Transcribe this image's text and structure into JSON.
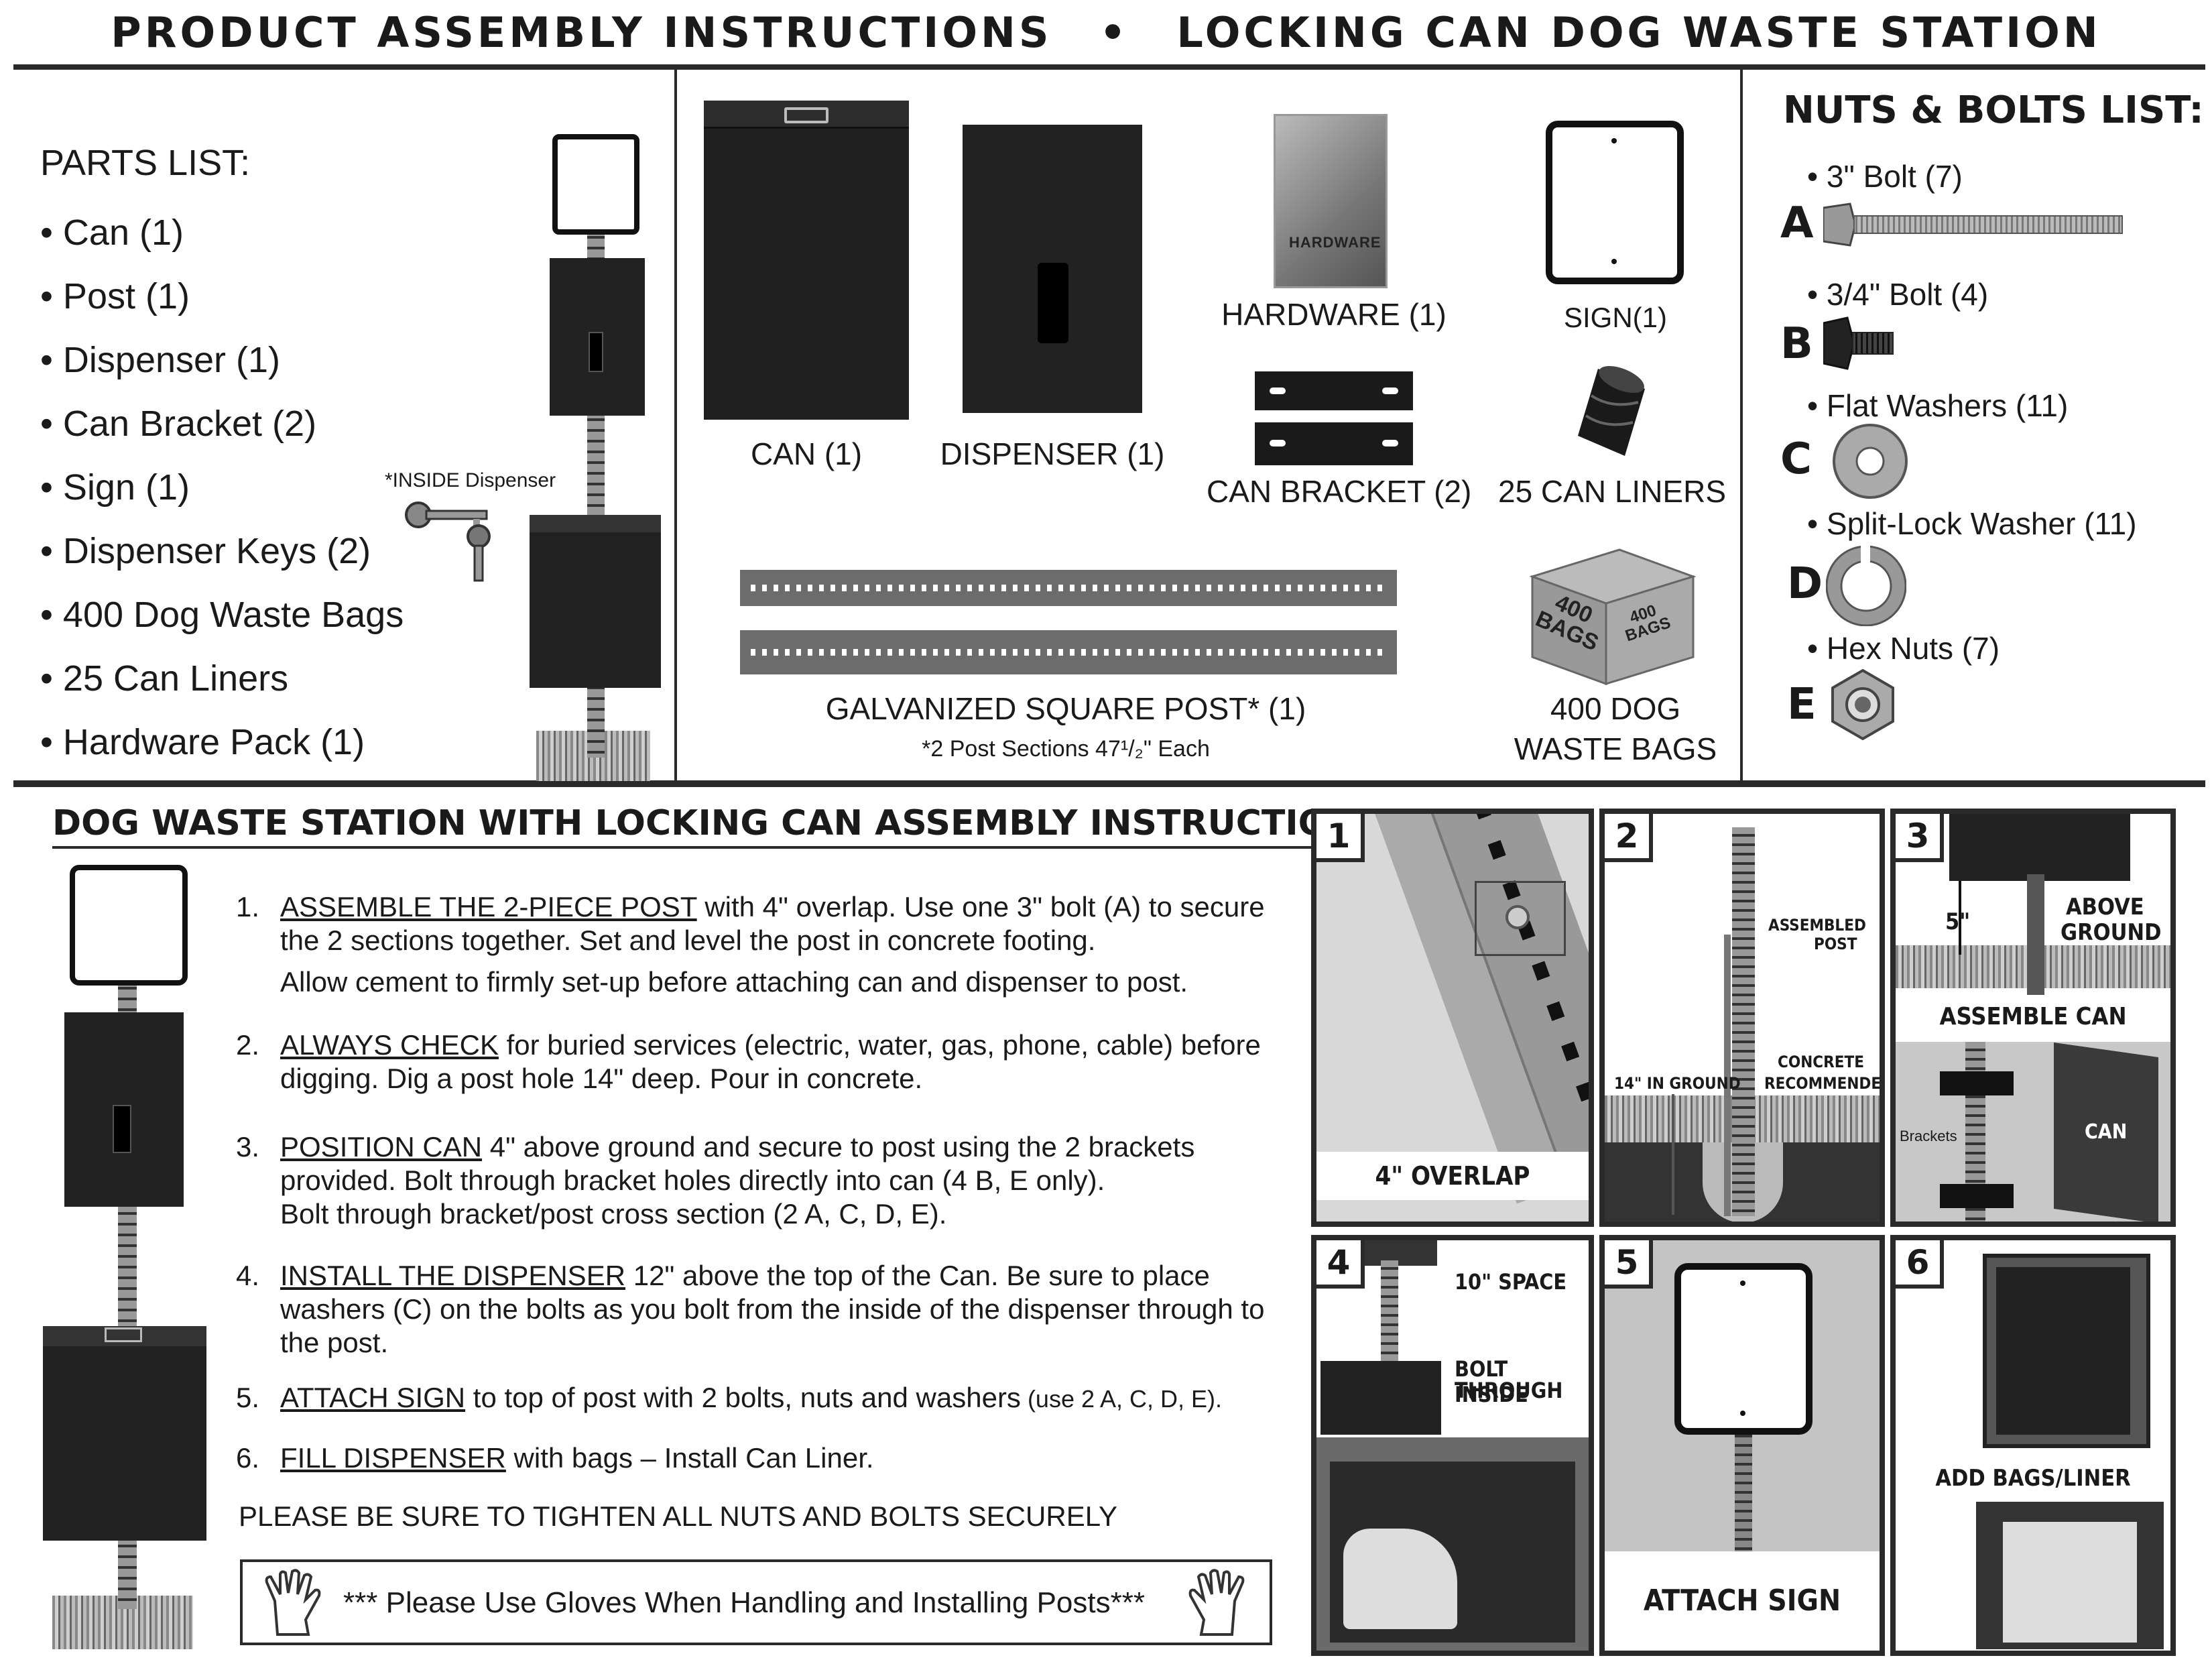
{
  "header": {
    "left": "PRODUCT ASSEMBLY INSTRUCTIONS",
    "separator": "•",
    "right": "LOCKING CAN DOG WASTE STATION"
  },
  "parts_list": {
    "title": "PARTS LIST:",
    "items": [
      "Can (1)",
      "Post (1)",
      "Dispenser (1)",
      "Can Bracket (2)",
      "Sign (1)",
      "Dispenser Keys (2)",
      "400 Dog Waste Bags",
      "25 Can Liners",
      "Hardware Pack (1)"
    ],
    "keys_note": "*INSIDE Dispenser"
  },
  "components": {
    "can": "CAN (1)",
    "dispenser": "DISPENSER (1)",
    "hardware": "HARDWARE (1)",
    "hardware_bag_text": "HARDWARE",
    "sign": "SIGN(1)",
    "can_bracket": "CAN BRACKET (2)",
    "can_liners": "25 CAN LINERS",
    "post": "GALVANIZED SQUARE POST* (1)",
    "post_note": "*2 Post Sections 47¹/₂\" Each",
    "bags_line1": "400 DOG",
    "bags_line2": "WASTE BAGS",
    "box_text": "400 BAGS"
  },
  "nuts_bolts": {
    "title": "NUTS & BOLTS LIST:",
    "items": [
      {
        "letter": "A",
        "label": "3\" Bolt (7)"
      },
      {
        "letter": "B",
        "label": "3/4\" Bolt (4)"
      },
      {
        "letter": "C",
        "label": "Flat Washers (11)"
      },
      {
        "letter": "D",
        "label": "Split-Lock Washer (11)"
      },
      {
        "letter": "E",
        "label": "Hex Nuts (7)"
      }
    ]
  },
  "instructions": {
    "title": "DOG WASTE STATION WITH LOCKING CAN ASSEMBLY INSTRUCTIONS",
    "steps": [
      {
        "num": "1.",
        "head": "ASSEMBLE THE 2-PIECE POST",
        "text": " with 4\" overlap. Use one 3\" bolt (A) to secure the 2 sections together. Set and level the post in concrete footing.",
        "extra": "Allow cement to firmly set-up before attaching can and dispenser to post."
      },
      {
        "num": "2.",
        "head": "ALWAYS CHECK",
        "text": " for buried services (electric, water, gas, phone, cable) before digging. Dig a post hole 14\" deep. Pour in concrete."
      },
      {
        "num": "3.",
        "head": "POSITION CAN",
        "text": " 4\" above ground and secure to post using the 2 brackets provided. Bolt through bracket holes directly into can (4 B, E only).",
        "extra": "Bolt through bracket/post cross section (2 A, C, D, E)."
      },
      {
        "num": "4.",
        "head": "INSTALL THE DISPENSER",
        "text": " 12\" above the top of the Can. Be sure to place washers (C) on the bolts as you bolt from the inside of the dispenser through to the post."
      },
      {
        "num": "5.",
        "head": "ATTACH SIGN",
        "text": " to top of post with 2 bolts, nuts and washers",
        "small": " (use 2 A, C, D, E)."
      },
      {
        "num": "6.",
        "head": "FILL DISPENSER",
        "text": " with bags – Install Can Liner."
      }
    ],
    "tighten_note": "PLEASE BE SURE TO TIGHTEN ALL NUTS AND BOLTS SECURELY",
    "gloves_note": "*** Please Use Gloves When Handling and Installing Posts***"
  },
  "panels": {
    "p1": {
      "num": "1",
      "caption": "4\" OVERLAP"
    },
    "p2": {
      "num": "2",
      "assembled": "ASSEMBLED",
      "post": "POST",
      "ground": "14\" IN GROUND",
      "concrete": "CONCRETE",
      "recommended": "RECOMMENDED"
    },
    "p3": {
      "num": "3",
      "measure": "5\"",
      "above": "ABOVE",
      "ground": "GROUND",
      "caption": "ASSEMBLE CAN",
      "brackets": "Brackets",
      "can": "CAN"
    },
    "p4": {
      "num": "4",
      "space": "10\" SPACE",
      "bolt1": "BOLT THROUGH",
      "bolt2": "INSIDE"
    },
    "p5": {
      "num": "5",
      "caption": "ATTACH SIGN"
    },
    "p6": {
      "num": "6",
      "caption": "ADD BAGS/LINER"
    }
  }
}
